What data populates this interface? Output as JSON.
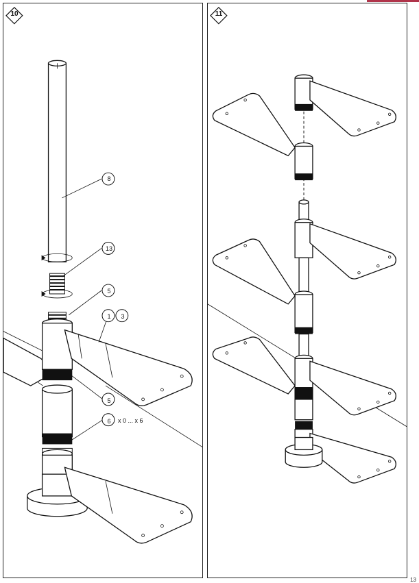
{
  "steps": [
    {
      "number": "10",
      "callouts": [
        {
          "label": "8"
        },
        {
          "label": "13"
        },
        {
          "label": "5"
        },
        {
          "label": "1"
        },
        {
          "label": "3"
        },
        {
          "label": "5"
        },
        {
          "label": "6"
        }
      ],
      "quantity_note": "x 0 ... x 6"
    },
    {
      "number": "11"
    }
  ],
  "page_number": "13",
  "accent_color": "#b0344a",
  "line_color": "#111111"
}
